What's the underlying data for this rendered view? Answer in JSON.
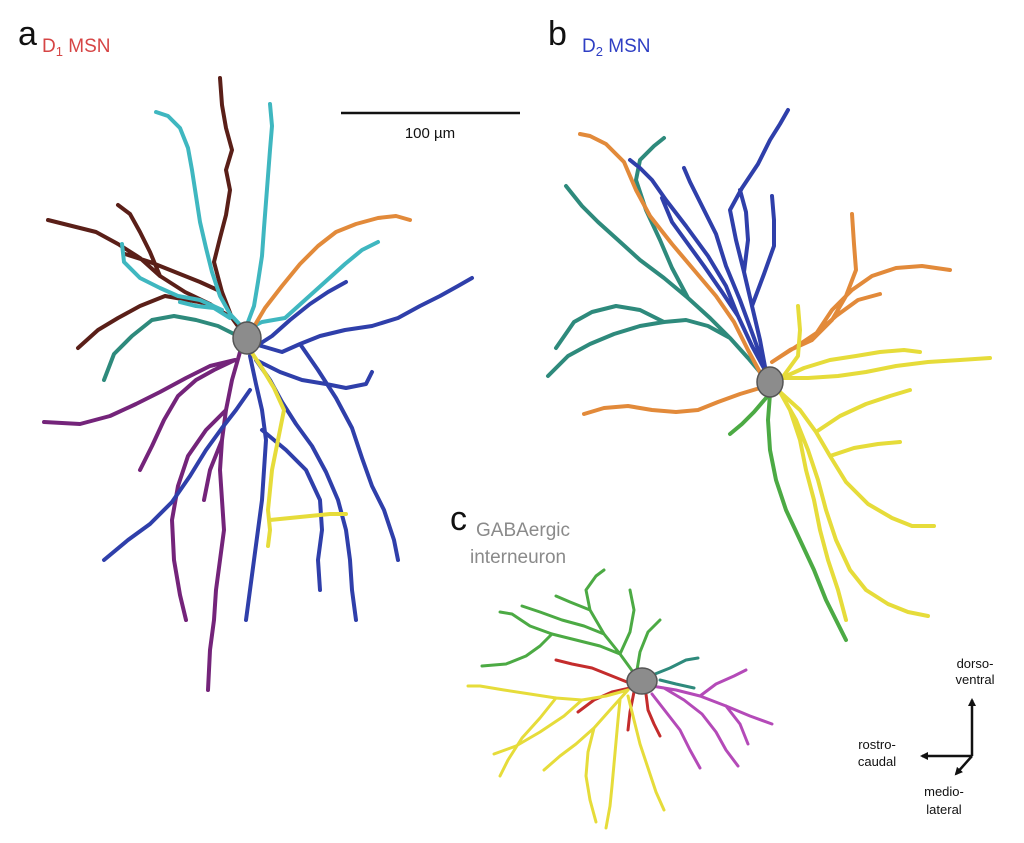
{
  "colors": {
    "d1_title": "#d64545",
    "d2_title": "#2f3fc4",
    "gaba_title": "#8a8a8a",
    "brown": "#5a1f18",
    "cyan": "#3fb7c0",
    "orange": "#e28a3a",
    "teal": "#2e8a7c",
    "purple": "#74247a",
    "blue": "#2f3faa",
    "yellow": "#e6dc3a",
    "green": "#4caa44",
    "red": "#c42c2c",
    "magenta": "#b44ab8",
    "soma": "#8c8c8c"
  },
  "panels": {
    "a": {
      "letter": "a",
      "title_main": "D",
      "title_sub": "1",
      "title_rest": " MSN"
    },
    "b": {
      "letter": "b",
      "title_main": "D",
      "title_sub": "2",
      "title_rest": " MSN"
    },
    "c": {
      "letter": "c",
      "title_line1": "GABAergic",
      "title_line2": "interneuron"
    }
  },
  "scale_bar": {
    "label": "100 µm"
  },
  "orientation": {
    "up_line1": "dorso-",
    "up_line2": "ventral",
    "left_line1": "rostro-",
    "left_line2": "caudal",
    "diag_line1": "medio-",
    "diag_line2": "lateral"
  }
}
